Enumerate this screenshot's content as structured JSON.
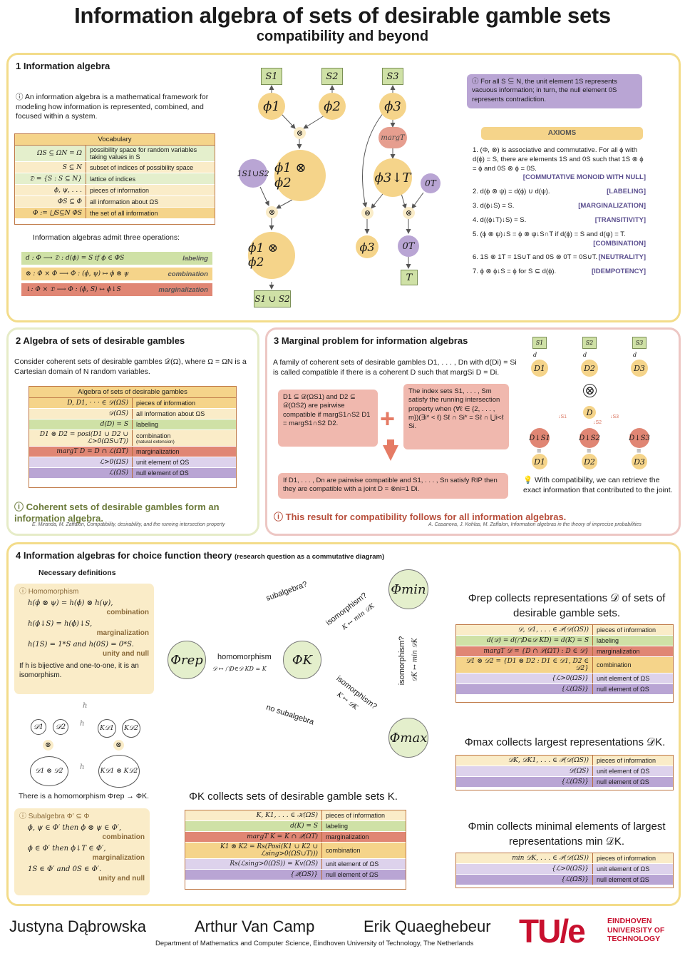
{
  "header": {
    "title": "Information algebra of sets of desirable gamble sets",
    "subtitle": "compatibility and beyond"
  },
  "section1": {
    "title": "1    Information algebra",
    "intro": "An information algebra is a mathematical framework for modeling how information is represented, combined, and focused within a system.",
    "vocab_title": "Vocabulary",
    "vocab": [
      {
        "sym": "ΩS ⊆ ΩN = Ω",
        "desc": "possibility space for random variables taking values in S"
      },
      {
        "sym": "S ⊆ N",
        "desc": "subset of indices of possibility space"
      },
      {
        "sym": "𝔇 = {S : S ⊆ N}",
        "desc": "lattice of indices"
      },
      {
        "sym": "ϕ, ψ, . . .",
        "desc": "pieces of information"
      },
      {
        "sym": "ΦS ⊆ Φ",
        "desc": "all information about ΩS"
      },
      {
        "sym": "Φ := ⋃S⊆N ΦS",
        "desc": "the set of all information"
      }
    ],
    "ops_intro": "Information algebras admit three operations:",
    "ops": [
      {
        "formula": "d : Φ ⟶ 𝔇 : d(ϕ) = S if ϕ ∈ ΦS",
        "name": "labeling"
      },
      {
        "formula": "⊗ : Φ × Φ ⟶ Φ : (ϕ, ψ) ↦ ϕ ⊗ ψ",
        "name": "combination"
      },
      {
        "formula": "↓: Φ × 𝔇 ⟶ Φ : (ϕ, S) ↦ ϕ↓S",
        "name": "marginalization"
      }
    ],
    "diagram": {
      "s1": "S1",
      "s2": "S2",
      "s3": "S3",
      "phi1": "ϕ1",
      "phi2": "ϕ2",
      "phi3": "ϕ3",
      "unit": "1S1∪S2",
      "comb": "ϕ1 ⊗ ϕ2",
      "comb2": "ϕ1 ⊗ ϕ2",
      "union": "S1 ∪ S2",
      "margT": "margT",
      "phi3T": "ϕ3↓T",
      "zeroT": "0T",
      "phi3b": "ϕ3",
      "zeroTb": "0T",
      "T": "T",
      "otimes": "⊗"
    },
    "unit_note": "For all S ⊆ N, the unit element 1S represents vacuous information; in turn, the null element 0S represents contradiction.",
    "axioms_title": "AXIOMS",
    "axioms": [
      {
        "text": "1. (Φ, ⊗) is associative and commutative. For all ϕ with d(ϕ) = S, there are elements 1S and 0S such that 1S ⊗ ϕ = ϕ and 0S ⊗ ϕ = 0S.",
        "tag": "[COMMUTATIVE MONOID WITH NULL]"
      },
      {
        "text": "2. d(ϕ ⊗ ψ) = d(ϕ) ∪ d(ψ).",
        "tag": "[LABELING]"
      },
      {
        "text": "3. d(ϕ↓S) = S.",
        "tag": "[MARGINALIZATION]"
      },
      {
        "text": "4. d((ϕ↓T)↓S) = S.",
        "tag": "[TRANSITIVITY]"
      },
      {
        "text": "5. (ϕ ⊗ ψ)↓S = ϕ ⊗ ψ↓S∩T if d(ϕ) = S and d(ψ) = T.",
        "tag": "[COMBINATION]"
      },
      {
        "text": "6. 1S ⊗ 1T = 1S∪T and 0S ⊗ 0T = 0S∪T.",
        "tag": "[NEUTRALITY]"
      },
      {
        "text": "7. ϕ ⊗ ϕ↓S = ϕ for S ⊆ d(ϕ).",
        "tag": "[IDEMPOTENCY]"
      }
    ]
  },
  "section2": {
    "title": "2    Algebra of sets of desirable gambles",
    "intro": "Consider coherent sets of desirable gambles 𝒟(Ω), where Ω = ΩN is a Cartesian domain of N random variables.",
    "table_title": "Algebra of sets of desirable gambles",
    "rows": [
      {
        "sym": "D, D1, · · · ∈ 𝒟(ΩS)",
        "desc": "pieces of information"
      },
      {
        "sym": "𝒟(ΩS)",
        "desc": "all information about ΩS"
      },
      {
        "sym": "d(D) = S",
        "desc": "labeling"
      },
      {
        "sym": "D1 ⊗ D2 = posi(D1 ∪ D2 ∪ ℒ>0(ΩS∪T))",
        "desc": "combination",
        "note": "(natural extension)"
      },
      {
        "sym": "margT D = D ∩ ℒ(ΩT)",
        "desc": "marginalization"
      },
      {
        "sym": "ℒ>0(ΩS)",
        "desc": "unit element of ΩS"
      },
      {
        "sym": "ℒ(ΩS)",
        "desc": "null element of ΩS"
      }
    ],
    "conclusion": "Coherent sets of desirable gambles form an information algebra.",
    "cite": "E. Miranda, M. Zaffalon, Compatibility, desirability, and the running intersection property"
  },
  "section3": {
    "title": "3    Marginal problem for information algebras",
    "intro": "A family of coherent sets of desirable gambles D1, . . . , Dn with d(Di) = Si is called compatible if there is a coherent D such that margSi D = Di.",
    "box_left": "D1 ⊆ 𝒟(ΩS1) and D2 ⊆ 𝒟(ΩS2) are pairwise compatible if margS1∩S2 D1 = margS1∩S2 D2.",
    "box_right": "The index sets S1, . . . , Sm satisfy the running intersection property when (∀ℓ ∈ {2, . . . , m})(∃i* < ℓ) Sℓ ∩ Si* = Sℓ ∩ ⋃i<ℓ Si.",
    "box_result": "If D1, . . . , Dn are pairwise compatible and S1, . . . , Sn satisfy RIP then they are compatible with a joint D = ⊗ni=1 Di.",
    "retrieve": "With compatibility, we can retrieve the exact information that contributed to the joint.",
    "conclusion": "This result for compatibility follows for all information algebras.",
    "cite": "A. Casanova, J. Kohlas, M. Zaffalon, Information algebras in the theory of imprecise probabilities",
    "diagram": {
      "s1": "S1",
      "s2": "S2",
      "s3": "S3",
      "d1": "D1",
      "d2": "D2",
      "d3": "D3",
      "D": "D",
      "dm1": "D↓S1",
      "dm2": "D↓S2",
      "dm3": "D↓S3",
      "e1": "D1",
      "e2": "D2",
      "e3": "D3",
      "dlab": "d",
      "otimes": "⊗",
      "a1": "↓S1",
      "a2": "↓S2",
      "a3": "↓S3",
      "eq": "="
    }
  },
  "section4": {
    "title": "4    Information algebras for choice function theory",
    "title_note": "(research question as a commutative diagram)",
    "nec_defs": "Necessary definitions",
    "homo_title": "Homomorphism",
    "homo_lines": [
      {
        "f": "h(ϕ ⊗ ψ) = h(ϕ) ⊗ h(ψ),",
        "tag": "combination"
      },
      {
        "f": "h(ϕ↓S) = h(ϕ)↓S,",
        "tag": "marginalization"
      },
      {
        "f": "h(1S) = 1*S and h(0S) = 0*S.",
        "tag": "unity and null"
      }
    ],
    "iso_text": "If h is bijective and one-to-one, it is an isomorphism.",
    "homo_caption": "There is a homomorphism Φrep → ΦK.",
    "small_diag": {
      "d1": "𝒟1",
      "d2": "𝒟2",
      "k1": "K𝒟1",
      "k2": "K𝒟2",
      "dd": "𝒟1 ⊗ 𝒟2",
      "kk": "K𝒟1 ⊗ K𝒟2",
      "h": "h",
      "otimes": "⊗"
    },
    "sub_title": "Subalgebra Φ′ ⊆ Φ",
    "sub_lines": [
      {
        "f": "ϕ, ψ ∈ Φ′ then ϕ ⊗ ψ ∈ Φ′,",
        "tag": "combination"
      },
      {
        "f": "ϕ ∈ Φ′ then ϕ↓T ∈ Φ′,",
        "tag": "marginalization"
      },
      {
        "f": "1S ∈ Φ′ and 0S ∈ Φ′.",
        "tag": "unity and null"
      }
    ],
    "big_diag": {
      "rep": "Φrep",
      "k": "ΦK",
      "min": "Φmin",
      "max": "Φmax",
      "subalgebra_q": "subalgebra?",
      "homomorphism": "homomorphism",
      "homo_map": "𝒟 ↦ ⋂D∈𝒟 KD = K",
      "iso_q1": "isomorphism?",
      "iso_map1": "K ↦ min 𝒟K",
      "iso_q2": "isomorphism?",
      "iso_map2": "𝒟K ↦ min 𝒟K",
      "iso_q3": "isomorphism?",
      "iso_map3": "K ↦ 𝒟K",
      "no_sub": "no subalgebra"
    },
    "phik_title": "ΦK collects sets of desirable gamble sets K.",
    "phik_rows": [
      {
        "sym": "K, K1, . . . ∈ 𝒦(ΩS)",
        "desc": "pieces of information"
      },
      {
        "sym": "d(K) = S",
        "desc": "labeling"
      },
      {
        "sym": "margT K = K ∩ 𝒬(ΩT)",
        "desc": "marginalization"
      },
      {
        "sym": "K1 ⊗ K2 = Rs(Posi(K1 ∪ K2 ∪ ℒsing>0(ΩS∪T)))",
        "desc": "combination"
      },
      {
        "sym": "Rs(ℒsing>0(ΩS)) = Kv(ΩS)",
        "desc": "unit element of ΩS"
      },
      {
        "sym": "{𝒬(ΩS)}",
        "desc": "null element of ΩS"
      }
    ],
    "rep_title": "Φrep collects representations 𝒟 of sets of desirable gamble sets.",
    "rep_rows": [
      {
        "sym": "𝒟, 𝒟1, . . . ∈ 𝒫(𝒟(ΩS))",
        "desc": "pieces of information"
      },
      {
        "sym": "d(𝒟) = d(⋂D∈𝒟 KD) = d(K) = S",
        "desc": "labeling"
      },
      {
        "sym": "margT 𝒟 = {D ∩ ℒ(ΩT) : D ∈ 𝒟}",
        "desc": "marginalization"
      },
      {
        "sym": "𝒟1 ⊗ 𝒟2 = {D1 ⊗ D2 : D1 ∈ 𝒟1, D2 ∈ 𝒟2}",
        "desc": "combination"
      },
      {
        "sym": "{ℒ>0(ΩS)}",
        "desc": "unit element of ΩS"
      },
      {
        "sym": "{ℒ(ΩS)}",
        "desc": "null element of ΩS"
      }
    ],
    "max_title": "Φmax collects largest representations 𝒟K.",
    "max_rows": [
      {
        "sym": "𝒟K, 𝒟K1, . . . ∈ 𝒫(𝒟(ΩS))",
        "desc": "pieces of information"
      },
      {
        "sym": "𝒟(ΩS)",
        "desc": "unit element of ΩS"
      },
      {
        "sym": "{ℒ(ΩS)}",
        "desc": "null element of ΩS"
      }
    ],
    "min_title": "Φmin collects minimal elements of largest representations min 𝒟K.",
    "min_rows": [
      {
        "sym": "min 𝒟K, . . . ∈ 𝒫(𝒟(ΩS))",
        "desc": "pieces of information"
      },
      {
        "sym": "{ℒ>0(ΩS)}",
        "desc": "unit element of ΩS"
      },
      {
        "sym": "{ℒ(ΩS)}",
        "desc": "null element of ΩS"
      }
    ]
  },
  "footer": {
    "authors": [
      "Justyna Dąbrowska",
      "Arthur Van Camp",
      "Erik Quaeghebeur"
    ],
    "department": "Department of Mathematics and Computer Science, Eindhoven University of Technology, The Netherlands",
    "logo_text": "TU/e",
    "uni_lines": [
      "EINDHOVEN",
      "UNIVERSITY OF",
      "TECHNOLOGY"
    ]
  },
  "colors": {
    "yellow": "#f5d48a",
    "green": "#cfe1a6",
    "red": "#e08674",
    "purple": "#b9a5d4",
    "brand": "#c8102e"
  }
}
